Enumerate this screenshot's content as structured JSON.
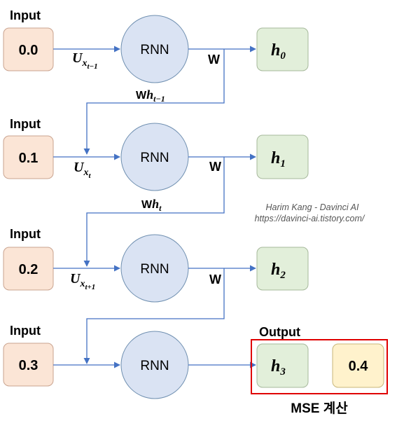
{
  "steps": [
    {
      "input_label": "Input",
      "input_value": "0.0",
      "cell_label": "RNN",
      "u_sub": "x",
      "u_subsub": "t−1",
      "w_label": "W",
      "h_sub": "0",
      "recur_prefix": "W",
      "recur_var": "h",
      "recur_sub": "t−1"
    },
    {
      "input_label": "Input",
      "input_value": "0.1",
      "cell_label": "RNN",
      "u_sub": "x",
      "u_subsub": "t",
      "w_label": "W",
      "h_sub": "1",
      "recur_prefix": "W",
      "recur_var": "h",
      "recur_sub": "t"
    },
    {
      "input_label": "Input",
      "input_value": "0.2",
      "cell_label": "RNN",
      "u_sub": "x",
      "u_subsub": "t+1",
      "w_label": "W",
      "h_sub": "2"
    },
    {
      "input_label": "Input",
      "input_value": "0.3",
      "cell_label": "RNN",
      "h_sub": "3"
    }
  ],
  "symbols": {
    "u_var": "U",
    "h_var": "h"
  },
  "output": {
    "label": "Output",
    "value": "0.4",
    "loss_label": "MSE 계산"
  },
  "watermark": {
    "line1": "Harim Kang - Davinci AI",
    "line2": "https://davinci-ai.tistory.com/"
  },
  "colors": {
    "input_fill": "#fbe5d6",
    "input_stroke": "#c9a38f",
    "rnn_fill": "#dae3f3",
    "rnn_stroke": "#6f8fb0",
    "hidden_fill": "#e2efda",
    "hidden_stroke": "#a6b89b",
    "output_fill": "#fff2cc",
    "output_stroke": "#c8b67a",
    "arrow": "#4472c4",
    "highlight": "#e00000"
  }
}
